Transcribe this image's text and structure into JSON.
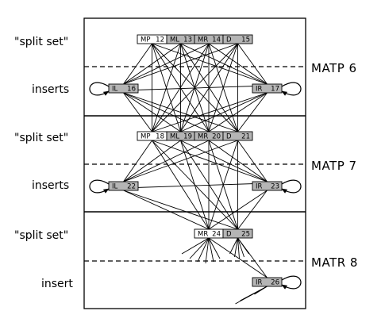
{
  "labels": {
    "split_set": "\"split set\"",
    "inserts": "inserts",
    "insert": "insert"
  },
  "blocks": [
    {
      "name": "MATP 6"
    },
    {
      "name": "MATP 7"
    },
    {
      "name": "MATR 8"
    }
  ],
  "states": [
    {
      "id": "MP12",
      "type": "MP",
      "num": "12",
      "block": 0,
      "shade": "white"
    },
    {
      "id": "ML13",
      "type": "ML",
      "num": "13",
      "block": 0,
      "shade": "gray"
    },
    {
      "id": "MR14",
      "type": "MR",
      "num": "14",
      "block": 0,
      "shade": "gray"
    },
    {
      "id": "D15",
      "type": "D",
      "num": "15",
      "block": 0,
      "shade": "gray"
    },
    {
      "id": "IL16",
      "type": "IL",
      "num": "16",
      "block": 0,
      "shade": "gray"
    },
    {
      "id": "IR17",
      "type": "IR",
      "num": "17",
      "block": 0,
      "shade": "gray"
    },
    {
      "id": "MP18",
      "type": "MP",
      "num": "18",
      "block": 1,
      "shade": "white"
    },
    {
      "id": "ML19",
      "type": "ML",
      "num": "19",
      "block": 1,
      "shade": "gray"
    },
    {
      "id": "MR20",
      "type": "MR",
      "num": "20",
      "block": 1,
      "shade": "gray"
    },
    {
      "id": "D21",
      "type": "D",
      "num": "21",
      "block": 1,
      "shade": "gray"
    },
    {
      "id": "IL22",
      "type": "IL",
      "num": "22",
      "block": 1,
      "shade": "gray"
    },
    {
      "id": "IR23",
      "type": "IR",
      "num": "23",
      "block": 1,
      "shade": "gray"
    },
    {
      "id": "MR24",
      "type": "MR",
      "num": "24",
      "block": 2,
      "shade": "white"
    },
    {
      "id": "D25",
      "type": "D",
      "num": "25",
      "block": 2,
      "shade": "gray"
    },
    {
      "id": "IR26",
      "type": "IR",
      "num": "26",
      "block": 2,
      "shade": "gray"
    }
  ],
  "edges": [
    [
      "MP12",
      "IL16"
    ],
    [
      "MP12",
      "IR17"
    ],
    [
      "MP12",
      "MP18"
    ],
    [
      "MP12",
      "ML19"
    ],
    [
      "MP12",
      "MR20"
    ],
    [
      "MP12",
      "D21"
    ],
    [
      "ML13",
      "IL16"
    ],
    [
      "ML13",
      "IR17"
    ],
    [
      "ML13",
      "MP18"
    ],
    [
      "ML13",
      "ML19"
    ],
    [
      "ML13",
      "MR20"
    ],
    [
      "ML13",
      "D21"
    ],
    [
      "MR14",
      "IL16"
    ],
    [
      "MR14",
      "IR17"
    ],
    [
      "MR14",
      "MP18"
    ],
    [
      "MR14",
      "ML19"
    ],
    [
      "MR14",
      "MR20"
    ],
    [
      "MR14",
      "D21"
    ],
    [
      "D15",
      "IL16"
    ],
    [
      "D15",
      "IR17"
    ],
    [
      "D15",
      "MP18"
    ],
    [
      "D15",
      "ML19"
    ],
    [
      "D15",
      "MR20"
    ],
    [
      "D15",
      "D21"
    ],
    [
      "IL16",
      "IR17"
    ],
    [
      "IL16",
      "MP18"
    ],
    [
      "IL16",
      "ML19"
    ],
    [
      "IL16",
      "MR20"
    ],
    [
      "IL16",
      "D21"
    ],
    [
      "IR17",
      "MP18"
    ],
    [
      "IR17",
      "ML19"
    ],
    [
      "IR17",
      "MR20"
    ],
    [
      "IR17",
      "D21"
    ],
    [
      "MP18",
      "IL22"
    ],
    [
      "MP18",
      "IR23"
    ],
    [
      "MP18",
      "MR24"
    ],
    [
      "MP18",
      "D25"
    ],
    [
      "ML19",
      "IL22"
    ],
    [
      "ML19",
      "IR23"
    ],
    [
      "ML19",
      "MR24"
    ],
    [
      "ML19",
      "D25"
    ],
    [
      "MR20",
      "IL22"
    ],
    [
      "MR20",
      "IR23"
    ],
    [
      "MR20",
      "MR24"
    ],
    [
      "MR20",
      "D25"
    ],
    [
      "D21",
      "IL22"
    ],
    [
      "D21",
      "IR23"
    ],
    [
      "D21",
      "MR24"
    ],
    [
      "D21",
      "D25"
    ],
    [
      "IL22",
      "IR23"
    ],
    [
      "IL22",
      "MR24"
    ],
    [
      "IL22",
      "D25"
    ],
    [
      "IR23",
      "MR24"
    ],
    [
      "IR23",
      "D25"
    ],
    [
      "MR24",
      "IR26"
    ],
    [
      "D25",
      "IR26"
    ]
  ],
  "self_loops": [
    "IL16",
    "IR17",
    "IL22",
    "IR23",
    "IR26"
  ],
  "open_ends": [
    "MR24",
    "D25",
    "IR26"
  ]
}
